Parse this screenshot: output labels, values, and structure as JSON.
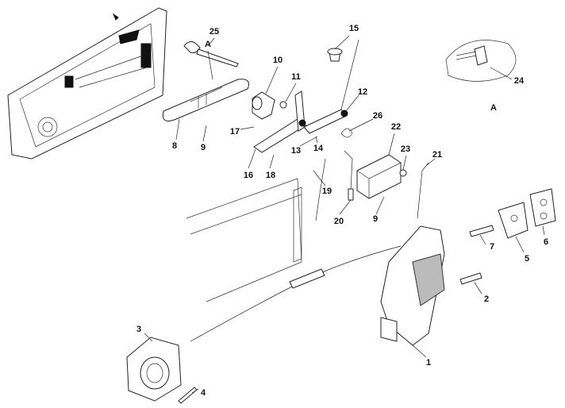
{
  "diagram": {
    "callouts": [
      {
        "id": "25",
        "text": "25"
      },
      {
        "id": "A1",
        "text": "A"
      },
      {
        "id": "10",
        "text": "10"
      },
      {
        "id": "11",
        "text": "11"
      },
      {
        "id": "15",
        "text": "15"
      },
      {
        "id": "12",
        "text": "12"
      },
      {
        "id": "26",
        "text": "26"
      },
      {
        "id": "22",
        "text": "22"
      },
      {
        "id": "23",
        "text": "23"
      },
      {
        "id": "21",
        "text": "21"
      },
      {
        "id": "8",
        "text": "8"
      },
      {
        "id": "9a",
        "text": "9"
      },
      {
        "id": "17",
        "text": "17"
      },
      {
        "id": "13",
        "text": "13"
      },
      {
        "id": "14",
        "text": "14"
      },
      {
        "id": "16",
        "text": "16"
      },
      {
        "id": "18",
        "text": "18"
      },
      {
        "id": "19",
        "text": "19"
      },
      {
        "id": "20",
        "text": "20"
      },
      {
        "id": "9b",
        "text": "9"
      },
      {
        "id": "24",
        "text": "24"
      },
      {
        "id": "A2",
        "text": "A"
      },
      {
        "id": "7",
        "text": "7"
      },
      {
        "id": "6",
        "text": "6"
      },
      {
        "id": "5",
        "text": "5"
      },
      {
        "id": "2",
        "text": "2"
      },
      {
        "id": "1",
        "text": "1"
      },
      {
        "id": "3",
        "text": "3"
      },
      {
        "id": "4",
        "text": "4"
      }
    ]
  }
}
